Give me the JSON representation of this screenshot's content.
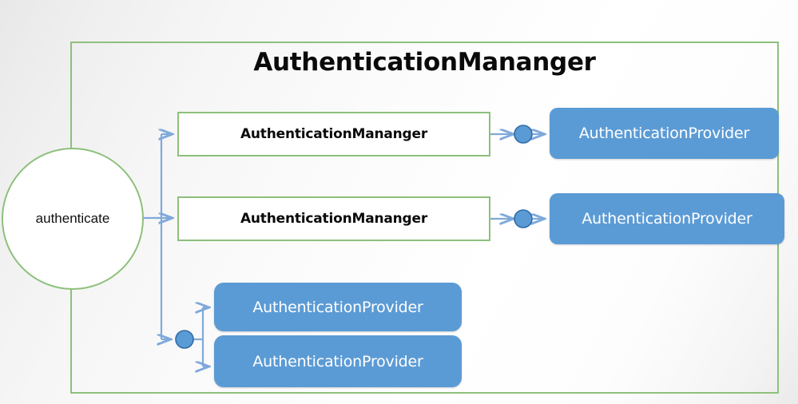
{
  "diagram": {
    "title": "AuthenticationMananger",
    "colors": {
      "container_border": "#8DC07C",
      "provider_fill": "#5B9BD5",
      "connector_stroke": "#7FA9DB",
      "connector_node_fill": "#5B9BD5",
      "connector_node_border": "#2E6BA8",
      "title_text": "#0a0a0a",
      "provider_text": "#ffffff"
    }
  },
  "entry_node": {
    "label": "authenticate",
    "shape": "circle"
  },
  "managers": [
    {
      "id": "manager-1",
      "label": "AuthenticationMananger"
    },
    {
      "id": "manager-2",
      "label": "AuthenticationMananger"
    }
  ],
  "providers": [
    {
      "id": "provider-1",
      "label": "AuthenticationProvider"
    },
    {
      "id": "provider-2",
      "label": "AuthenticationProvider"
    },
    {
      "id": "provider-3",
      "label": "AuthenticationProvider"
    },
    {
      "id": "provider-4",
      "label": "AuthenticationProvider"
    }
  ],
  "connectors": [
    {
      "id": "connector-node-1",
      "shape": "circle",
      "from": "manager-1",
      "to": "provider-1"
    },
    {
      "id": "connector-node-2",
      "shape": "circle",
      "from": "manager-2",
      "to": "provider-2"
    },
    {
      "id": "connector-node-3",
      "shape": "circle",
      "from": "authenticate",
      "to": [
        "provider-3",
        "provider-4"
      ]
    }
  ]
}
